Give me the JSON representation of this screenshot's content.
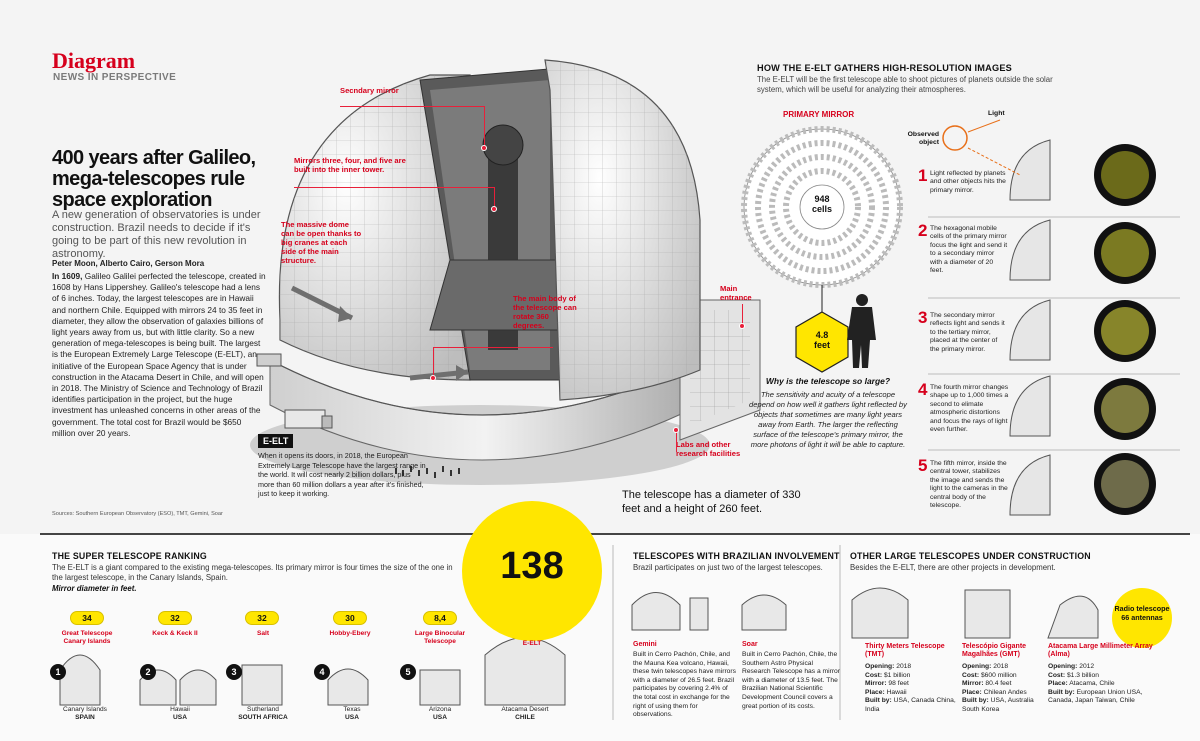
{
  "header": {
    "section": "Diagram",
    "kicker": "NEWS IN PERSPECTIVE"
  },
  "article": {
    "title": "400 years after Galileo, mega-telescopes rule space exploration",
    "subtitle": "A new generation of observatories is under construction. Brazil needs to decide if it's going to be part of this new revolution in astronomy.",
    "authors": "Peter Moon, Alberto Cairo, Gerson Mora",
    "body_lead": "In 1609,",
    "body": " Galileo Galilei perfected the telescope, created in 1608 by Hans Lippershey. Galileo's telescope had a lens of 6 inches. Today, the largest telescopes are in Hawaii and northern Chile. Equipped with mirrors 24 to 35 feet in diameter, they allow the observation of galaxies billions of light years away from us, but with little clarity. So a new generation of mega-telescopes is being built. The largest is the European Extremely Large Telescope (E-ELT), an initiative of the European Space Agency that is under construction in the Atacama Desert in Chile, and will open in 2018. The Ministry of Science and Technology of Brazil identifies participation in the project, but the huge investment has unleashed concerns in other areas of the government. The total cost for Brazil would be $650 million over 20 years.",
    "sources": "Sources: Southern European Observatory (ESO), TMT, Gemini, Soar"
  },
  "elt_box": {
    "tag": "E-ELT",
    "text": "When it opens its doors, in 2018, the European Extremely Large Telescope have the largest range in the world. It will cost nearly 2 billion dollars, plus more than 60 million dollars a year after it's finished, just to keep it working."
  },
  "callouts": {
    "secondary_mirror": "Secndary mirror",
    "mirrors_345": "Mirrors three, four, and five are built into the inner tower.",
    "dome": "The massive dome can be open thanks to big cranes at each side of the main structure.",
    "main_body": "The main body of the telescope can rotate 360 degrees.",
    "main_entrance": "Main entrance",
    "labs": "Labs and other research facilities"
  },
  "diameter_note": "The telescope has a diameter of 330 feet and a height of 260 feet.",
  "gather": {
    "title": "HOW THE E-ELT GATHERS HIGH-RESOLUTION IMAGES",
    "subtitle": "The E-ELT will be the first telescope able to shoot pictures of planets outside the solar system, which will be useful for analyzing their atmospheres.",
    "primary_mirror_label": "PRIMARY MIRROR",
    "cells_value": "948",
    "cells_label": "cells",
    "hex_value": "4.8",
    "hex_unit": "feet",
    "observed_label": "Observed object",
    "light_label": "Light",
    "steps": [
      {
        "num": "1",
        "text": "Light reflected by planets and other objects hits the primary mirror."
      },
      {
        "num": "2",
        "text": "The hexagonal mobile cells of the primary mirror focus the light and send it to a secondary mirror with a diameter of 20 feet."
      },
      {
        "num": "3",
        "text": "The secondary mirror reflects light and sends it to the tertiary mirror, placed at the center of the primary mirror."
      },
      {
        "num": "4",
        "text": "The fourth mirror changes shape up to 1,000 times a second to elimate atmospheric distortions and focus the rays of light even further."
      },
      {
        "num": "5",
        "text": "The fifth mirror, inside the central tower, stabilizes the image and sends the light to the cameras in the central body of the telescope."
      }
    ],
    "why_title": "Why is the telescope so large?",
    "why_body": "The sensitivity and acuity of a telescope depend on how well it gathers light reflected by objects that sometimes are many light years away from Earth. The larger the reflecting surface of the telescope's primary mirror, the more photons of light it will be able to capture."
  },
  "ranking": {
    "title": "THE SUPER TELESCOPE RANKING",
    "subtitle": "The E-ELT is a giant compared to the existing mega-telescopes. Its primary mirror is four times the size of the one in the largest telescope, in the Canary Islands, Spain.",
    "unit_note": "Mirror diameter in feet.",
    "big_value": "138",
    "big_name": "E-ELT",
    "items": [
      {
        "num": "1",
        "value": "34",
        "name": "Great Telescope Canary Islands",
        "place": "Canary Islands",
        "country": "SPAIN"
      },
      {
        "num": "2",
        "value": "32",
        "name": "Keck & Keck II",
        "place": "Hawaii",
        "country": "USA"
      },
      {
        "num": "3",
        "value": "32",
        "name": "Salt",
        "place": "Sutherland",
        "country": "SOUTH AFRICA"
      },
      {
        "num": "4",
        "value": "30",
        "name": "Hobby-Ebery",
        "place": "Texas",
        "country": "USA"
      },
      {
        "num": "5",
        "value": "8,4",
        "name": "Large Binocular Telescope",
        "place": "Arizona",
        "country": "USA"
      }
    ],
    "elt_place": "Atacama Desert",
    "elt_country": "CHILE"
  },
  "brazil": {
    "title": "TELESCOPES WITH BRAZILIAN INVOLVEMENT",
    "subtitle": "Brazil participates on just two of the largest telescopes.",
    "items": [
      {
        "name": "Gemini",
        "text": "Built in Cerro Pachón, Chile, and the Mauna Kea volcano, Hawaii, these twin telescopes have mirrors with a diameter of 26.5 feet. Brazil participates by covering 2.4% of the total cost in exchange for the right of using them for observations."
      },
      {
        "name": "Soar",
        "text": "Built in Cerro Pachón, Chile, the Southern Astro Physical Research Telescope has a mirror with a diameter of 13.5 feet. The Brazilian National Scientific Development Council covers a great portion of its costs."
      }
    ]
  },
  "other": {
    "title": "OTHER LARGE TELESCOPES UNDER CONSTRUCTION",
    "subtitle": "Besides the E-ELT, there are other projects in development.",
    "radio_badge": "Radio telescope 66 antennas",
    "labels": {
      "opening": "Opening:",
      "cost": "Cost:",
      "mirror": "Mirror:",
      "place": "Place:",
      "built_by": "Built by:"
    },
    "items": [
      {
        "name": "Thirty Meters Telescope (TMT)",
        "opening": "2018",
        "cost": "$1 billion",
        "mirror": "98 feet",
        "place": "Hawaii",
        "built_by": "USA, Canada China, India"
      },
      {
        "name": "Telescópio Gigante Magalhães (GMT)",
        "opening": "2018",
        "cost": "$600 million",
        "mirror": "80.4 feet",
        "place": "Chilean Andes",
        "built_by": "USA, Australia South Korea"
      },
      {
        "name": "Atacama Large Millimeter Array (Alma)",
        "opening": "2012",
        "cost": "$1.3 billion",
        "place": "Atacama, Chile",
        "built_by": "European Union USA, Canada, Japan Taiwan, Chile"
      }
    ]
  },
  "colors": {
    "accent": "#d6001c",
    "highlight": "#ffe600",
    "ink": "#111111"
  }
}
